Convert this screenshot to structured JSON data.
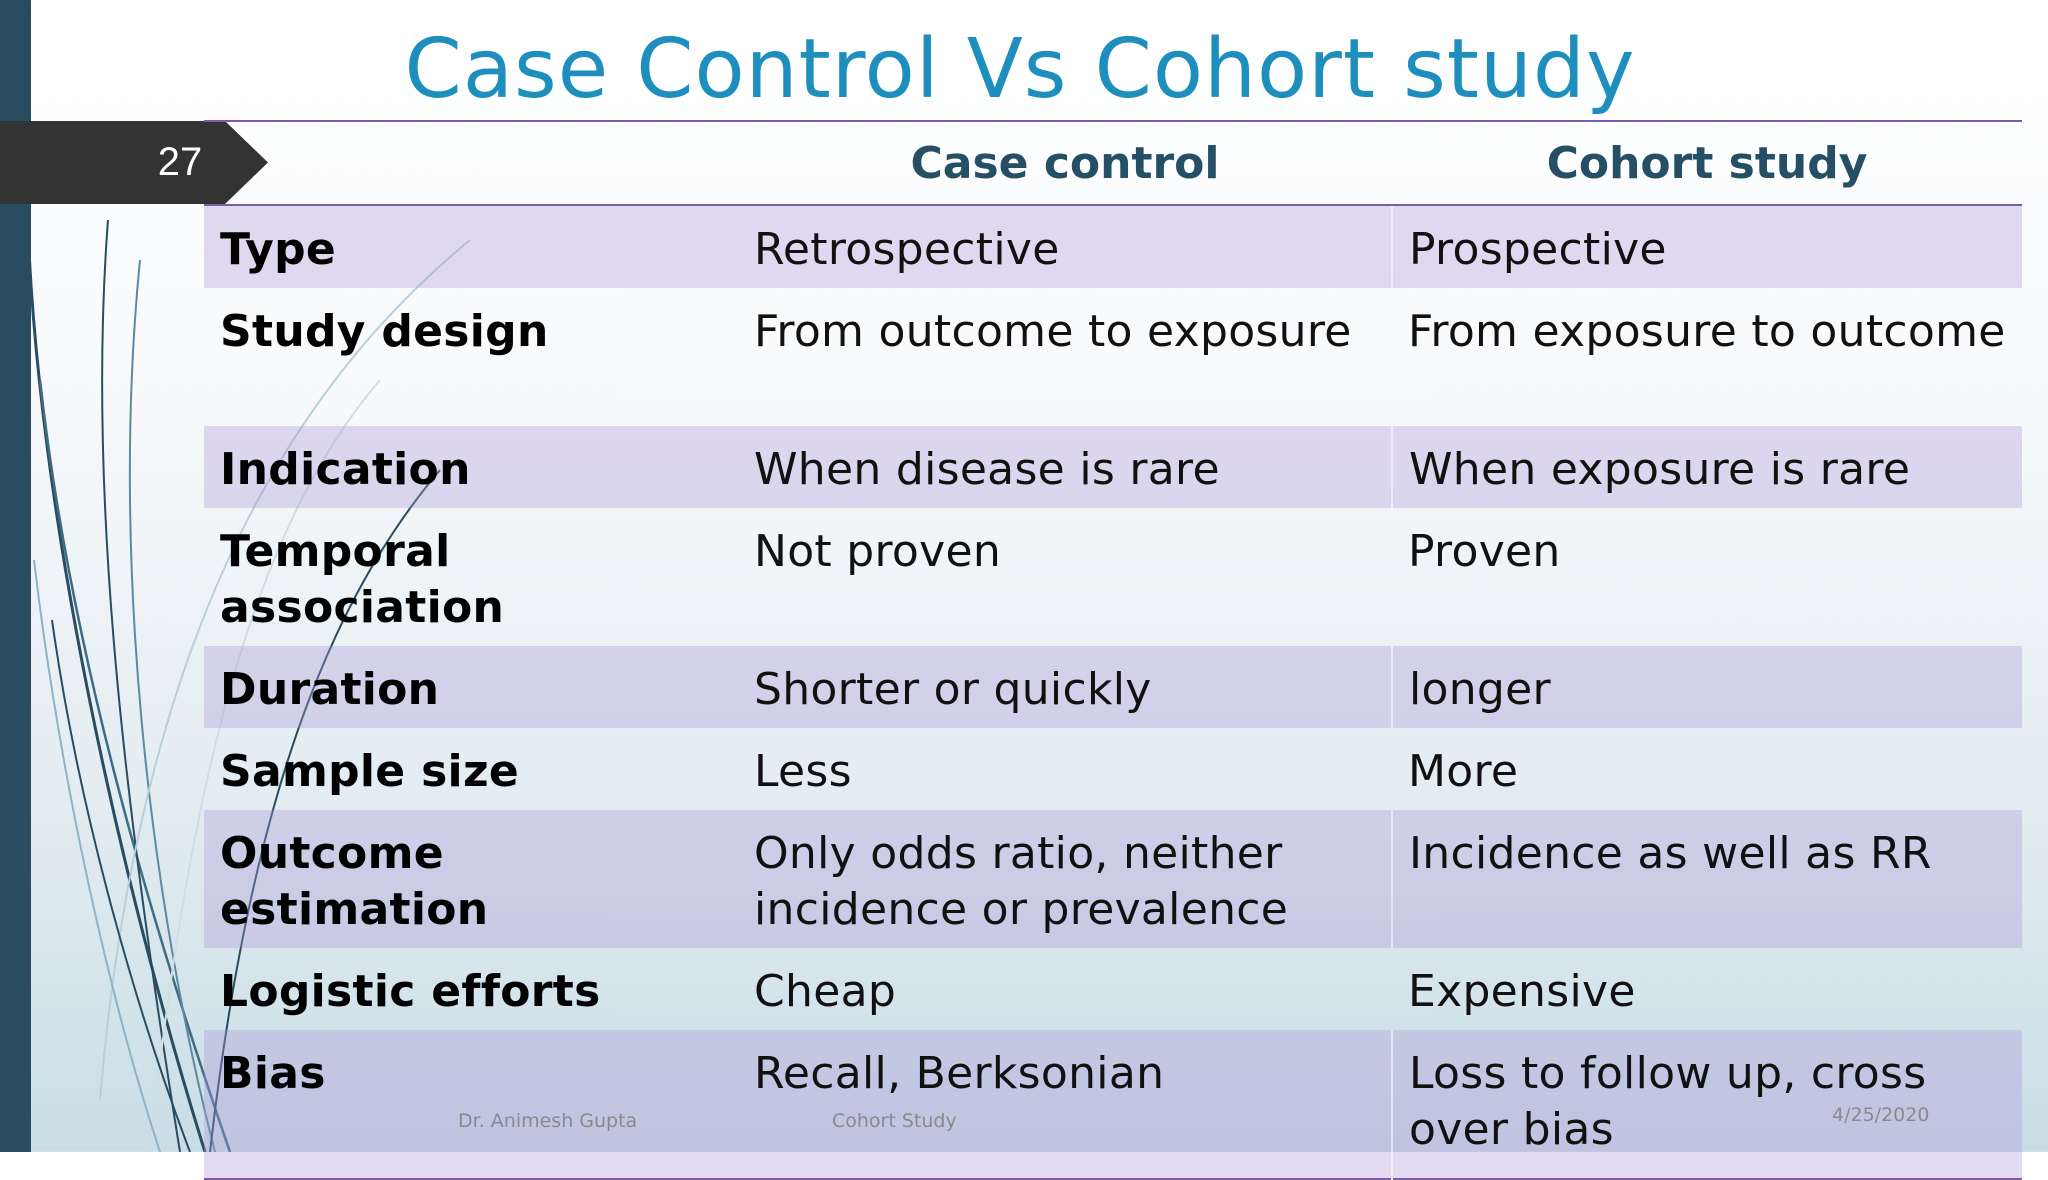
{
  "slide": {
    "title": "Case Control Vs Cohort study",
    "number": "27"
  },
  "table": {
    "headers": [
      "",
      "Case control",
      "Cohort study"
    ],
    "rows": [
      {
        "label": "Type",
        "case_control": "Retrospective",
        "cohort": "Prospective"
      },
      {
        "label": "Study design",
        "case_control": "From outcome to exposure",
        "cohort": "From exposure to outcome"
      },
      {
        "label": "Indication",
        "case_control": "When disease is rare",
        "cohort": "When exposure is rare"
      },
      {
        "label": "Temporal association",
        "case_control": "Not proven",
        "cohort": "Proven"
      },
      {
        "label": "Duration",
        "case_control": "Shorter or quickly",
        "cohort": "longer"
      },
      {
        "label": "Sample size",
        "case_control": "Less",
        "cohort": "More"
      },
      {
        "label": "Outcome estimation",
        "case_control": "Only odds ratio, neither incidence or prevalence",
        "cohort": "Incidence as well as RR"
      },
      {
        "label": "Logistic efforts",
        "case_control": "Cheap",
        "cohort": "Expensive"
      },
      {
        "label": "Bias",
        "case_control": "Recall, Berksonian",
        "cohort": "Loss to follow up, cross over bias"
      }
    ]
  },
  "footer": {
    "author": "Dr. Animesh Gupta",
    "topic": "Cohort Study",
    "date": "4/25/2020"
  },
  "colors": {
    "title": "#1e8fbd",
    "header_text": "#254f64",
    "row_shade": "#ddd2ef",
    "rule": "#7a5ca8",
    "left_bar": "#2a4c60",
    "badge": "#333333"
  }
}
